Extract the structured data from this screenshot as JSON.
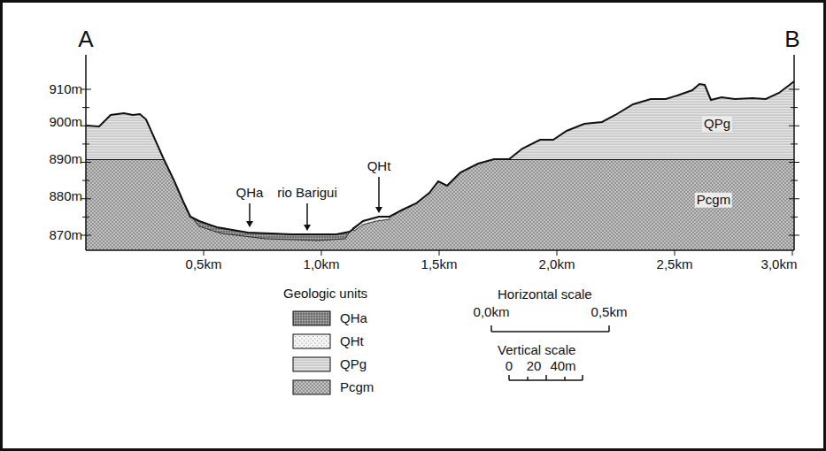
{
  "diagram": {
    "labels": [
      "A",
      "B",
      "910m",
      "900m",
      "890m",
      "880m",
      "870m",
      "0,5km",
      "1,0km",
      "1,5km",
      "2,0km",
      "2,5km",
      "3,0km",
      "QHa",
      "rio Barigui",
      "QHt",
      "QPg",
      "Pcgm",
      "Geologic units",
      "Horizontal scale",
      "0,0km",
      "0,5km",
      "Vertical scale",
      "0",
      "20",
      "40m"
    ],
    "legend": [
      {
        "text": "QHa"
      },
      {
        "text": "QHt"
      },
      {
        "text": "QPg"
      },
      {
        "text": "Pcgm"
      }
    ]
  }
}
